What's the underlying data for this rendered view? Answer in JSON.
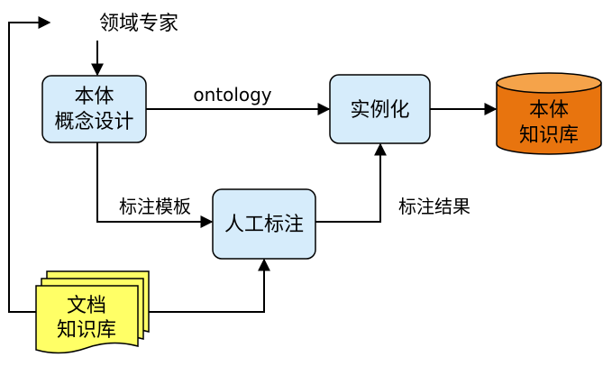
{
  "nodes": {
    "domain_expert": "领域专家",
    "ontology_design": [
      "本体",
      "概念设计"
    ],
    "instantiation": "实例化",
    "ontology_kb": [
      "本体",
      "知识库"
    ],
    "manual_annotation": "人工标注",
    "document_kb": [
      "文档",
      "知识库"
    ]
  },
  "edges": {
    "ontology": "ontology",
    "annotation_template": "标注模板",
    "annotation_result": "标注结果"
  },
  "colors": {
    "process_fill": "#d6ecfb",
    "process_stroke": "#000000",
    "cylinder_fill": "#e8740e",
    "cylinder_top": "#f5a34a",
    "document_fill": "#ffff66"
  }
}
